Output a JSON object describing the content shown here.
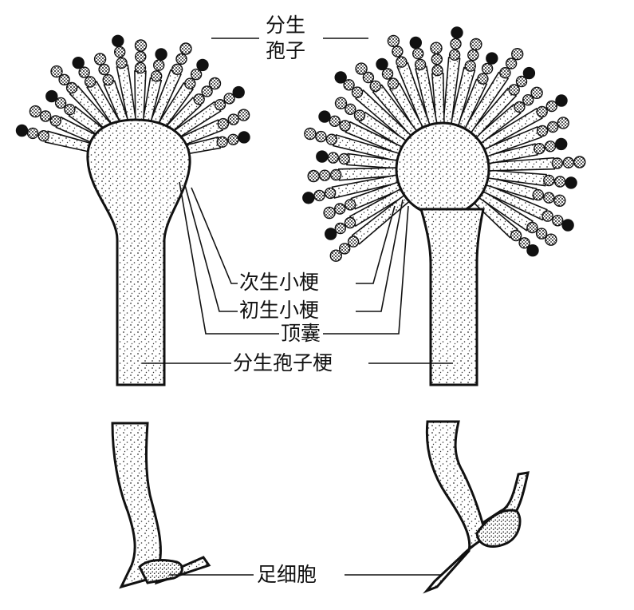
{
  "labels": {
    "conidia": "分生\n孢子",
    "secondary_phialide": "次生小梗",
    "primary_phialide": "初生小梗",
    "vesicle": "顶囊",
    "conidiophore": "分生孢子梗",
    "foot_cell": "足细胞"
  },
  "colors": {
    "ink": "#111111",
    "paper": "#ffffff",
    "stipple": "#333333"
  }
}
